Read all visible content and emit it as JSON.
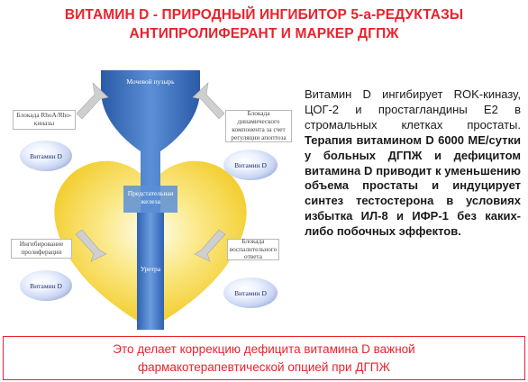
{
  "title": {
    "line1": "ВИТАМИН D  - ПРИРОДНЫЙ ИНГИБИТОР 5-а-РЕДУКТАЗЫ",
    "line2": "АНТИПРОЛИФЕРАНТ  И МАРКЕР ДГПЖ"
  },
  "diagram": {
    "bladder": "Мочевой пузырь",
    "prostate": "Предстательная железа",
    "urethra": "Уретра",
    "callouts": {
      "top_left": "Блокада RhoA/Rho-киназы",
      "top_right": "Блокада динамического компонента за счет регуляции апоптоза",
      "bottom_left": "Ингибирование пролиферации",
      "bottom_right": "Блокада воспалительного ответа"
    },
    "vitamin_label": "Витамин D"
  },
  "body_text": {
    "normal": "Витамин D ингибирует ROK-киназу, ЦОГ-2 и простагландины Е2 в стромальных клетках простаты. ",
    "bold": "Терапия витамином D 6000 МЕ/сутки у больных ДГПЖ и дефицитом витамина D приводит к уменьшению объема простаты и индуцирует синтез тестостерона в условиях избытка ИЛ-8 и ИФР-1 без каких-либо побочных эффектов."
  },
  "footer": {
    "line1": "Это делает коррекцию дефицита витамина D важной",
    "line2": "фармакотерапевтической опцией при ДГПЖ"
  },
  "colors": {
    "title_red": "#e8232d",
    "bladder_blue": "#3d6fbc",
    "heart_yellow": "#f6d94a"
  }
}
